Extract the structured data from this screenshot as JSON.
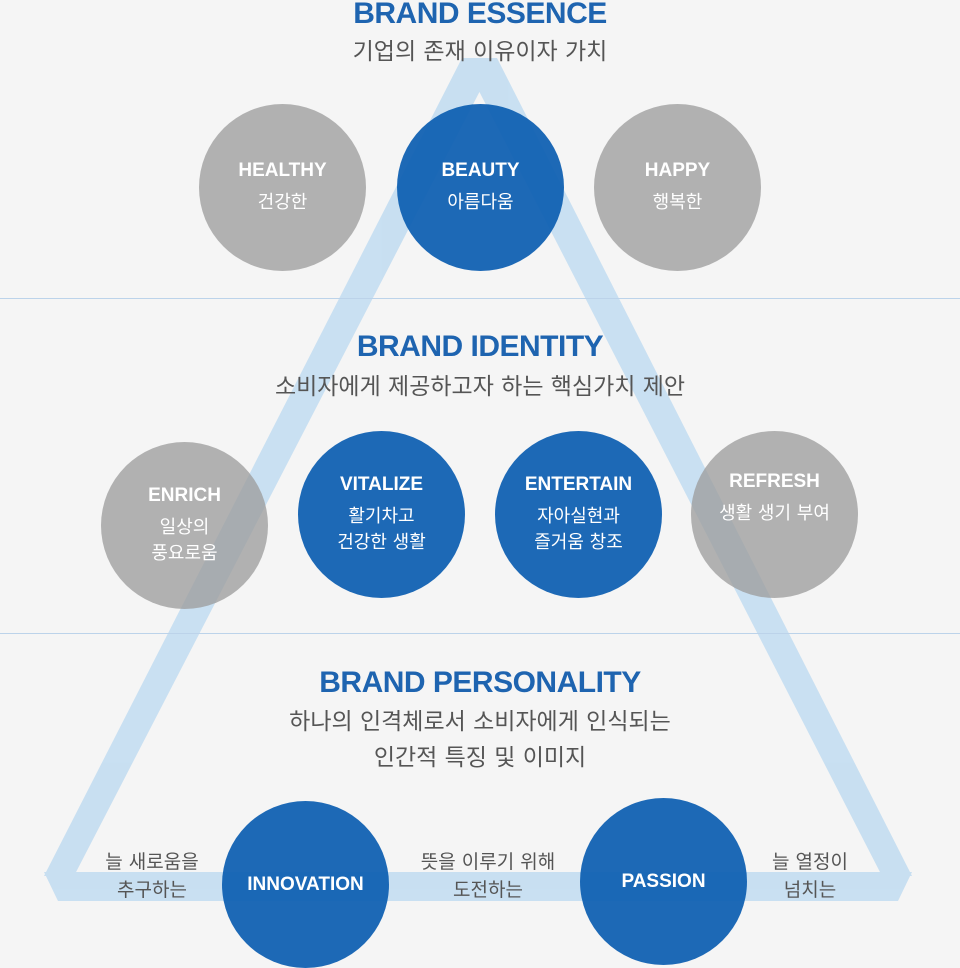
{
  "essence": {
    "title": "BRAND ESSENCE",
    "subtitle": "기업의 존재 이유이자 가치",
    "items": [
      {
        "en": "HEALTHY",
        "ko": "건강한",
        "style": "gray"
      },
      {
        "en": "BEAUTY",
        "ko": "아름다움",
        "style": "blue"
      },
      {
        "en": "HAPPY",
        "ko": "행복한",
        "style": "gray"
      }
    ]
  },
  "identity": {
    "title": "BRAND IDENTITY",
    "subtitle": "소비자에게 제공하고자 하는 핵심가치 제안",
    "items": [
      {
        "en": "ENRICH",
        "ko": "일상의\n풍요로움",
        "style": "gray"
      },
      {
        "en": "VITALIZE",
        "ko": "활기차고\n건강한 생활",
        "style": "blue"
      },
      {
        "en": "ENTERTAIN",
        "ko": "자아실현과\n즐거움 창조",
        "style": "blue"
      },
      {
        "en": "REFRESH",
        "ko": "생활 생기 부여",
        "style": "gray"
      }
    ]
  },
  "personality": {
    "title": "BRAND PERSONALITY",
    "subtitle_line1": "하나의 인격체로서 소비자에게 인식되는",
    "subtitle_line2": "인간적 특징 및 이미지",
    "circles": [
      {
        "label": "INNOVATION"
      },
      {
        "label": "PASSION"
      }
    ],
    "texts": [
      {
        "text": "늘 새로움을\n추구하는"
      },
      {
        "text": "뜻을 이루기 위해\n도전하는"
      },
      {
        "text": "늘 열정이\n넘치는"
      }
    ]
  },
  "colors": {
    "brand_blue": "#1e64b0",
    "circle_blue": "#1161b2",
    "circle_gray": "#9e9e9e",
    "triangle": "#b9d8f0",
    "background": "#f5f5f5"
  }
}
